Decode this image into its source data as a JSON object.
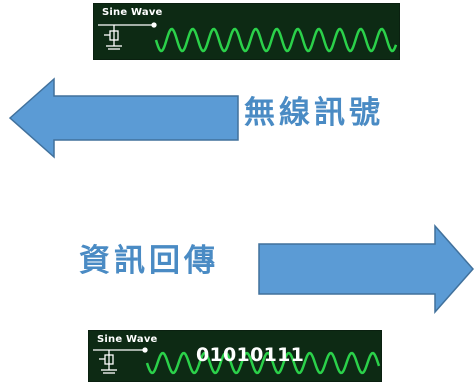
{
  "top_panel": {
    "title": "Sine Wave"
  },
  "bottom_panel": {
    "title": "Sine Wave",
    "binary": "01010111"
  },
  "labels": {
    "wireless_signal": "無線訊號",
    "data_return": "資訊回傳"
  },
  "colors": {
    "panel_bg": "#0d2a14",
    "wave": "#2bd14a",
    "arrow_fill": "#5b9bd5",
    "arrow_stroke": "#41719c",
    "label_text": "#4a8bc4"
  },
  "icons": {
    "antenna": "antenna-icon",
    "left_arrow": "arrow-left-icon",
    "right_arrow": "arrow-right-icon"
  }
}
